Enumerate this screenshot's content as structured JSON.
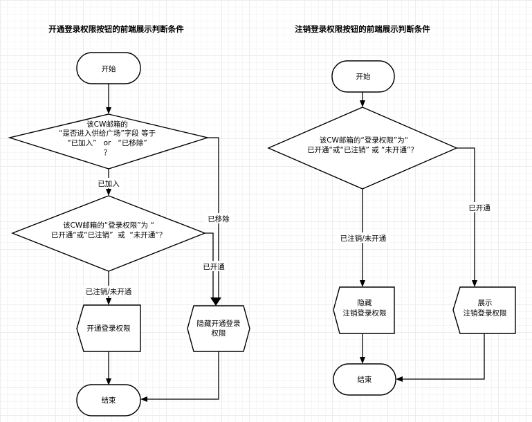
{
  "left": {
    "title": "开通登录权限按钮的前端展示判断条件",
    "start": "开始",
    "decision1": [
      "该CW邮箱的",
      "“是否进入供给广场”字段 等于",
      "“已加入”   or   “已移除”",
      "？"
    ],
    "decision2": [
      "该CW邮箱的“登录权限”为 “",
      "已开通“或“已注销”  或  “未开通”？"
    ],
    "show_open": "开通登录权限",
    "hide_open": [
      "隐藏开通登录",
      "权限"
    ],
    "end": "结束",
    "edge_joined": "已加入",
    "edge_removed": "已移除",
    "edge_cancelled_notopened": "已注销/未开通",
    "edge_opened": "已开通"
  },
  "right": {
    "title": "注销登录权限按钮的前端展示判断条件",
    "start": "开始",
    "decision": [
      "该CW邮箱的“登录权限”为“",
      "已开通“或“已注销” 或 “未开通”？"
    ],
    "hide_cancel": [
      "隐藏",
      "注销登录权限"
    ],
    "show_cancel": [
      "展示",
      "注销登录权限"
    ],
    "end": "结束",
    "edge_cancelled_notopened": "已注销/未开通",
    "edge_opened": "已开通"
  }
}
